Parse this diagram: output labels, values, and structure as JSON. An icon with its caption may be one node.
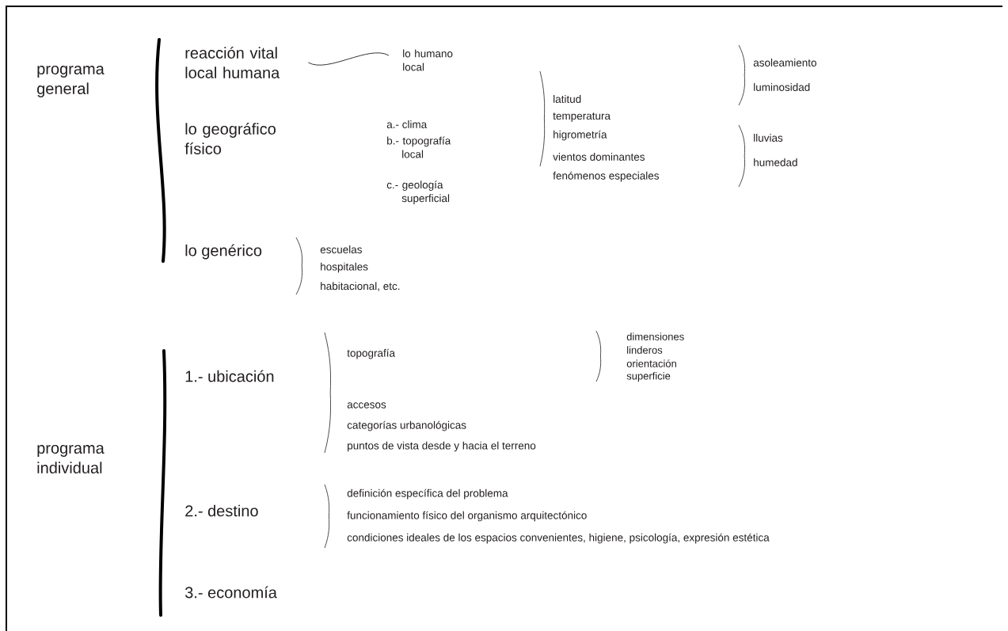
{
  "diagram": {
    "nodes": [
      {
        "text": [
          "reacción vital local humana"
        ]
      },
      {
        "text": [
          "lo humano local"
        ]
      }
    ],
    "edges": [
      {
        "from": 0,
        "to": 1,
        "arrow": "none"
      }
    ],
    "labels": [
      "programa general",
      "lo geográfico físico",
      "a.- clima",
      "b.- topografía local",
      "c.- geología superficial",
      "latitud",
      "temperatura",
      "higrometría",
      "vientos dominantes",
      "fenómenos especiales",
      "asoleamiento",
      "luminosidad",
      "lluvias",
      "humedad",
      "lo genérico",
      "escuelas",
      "hospitales",
      "habitacional, etc.",
      "programa individual",
      "1.- ubicación",
      "topografía",
      "dimensiones",
      "linderos",
      "orientación",
      "superficie",
      "accesos",
      "categorías urbanológicas",
      "puntos de vista desde y hacia el terreno",
      "2.- destino",
      "definición específica del problema",
      "funcionamiento físico del organismo arquitectónico",
      "condiciones ideales de los espacios convenientes, higiene, psicología, expresión estética",
      "3.- economía"
    ]
  }
}
